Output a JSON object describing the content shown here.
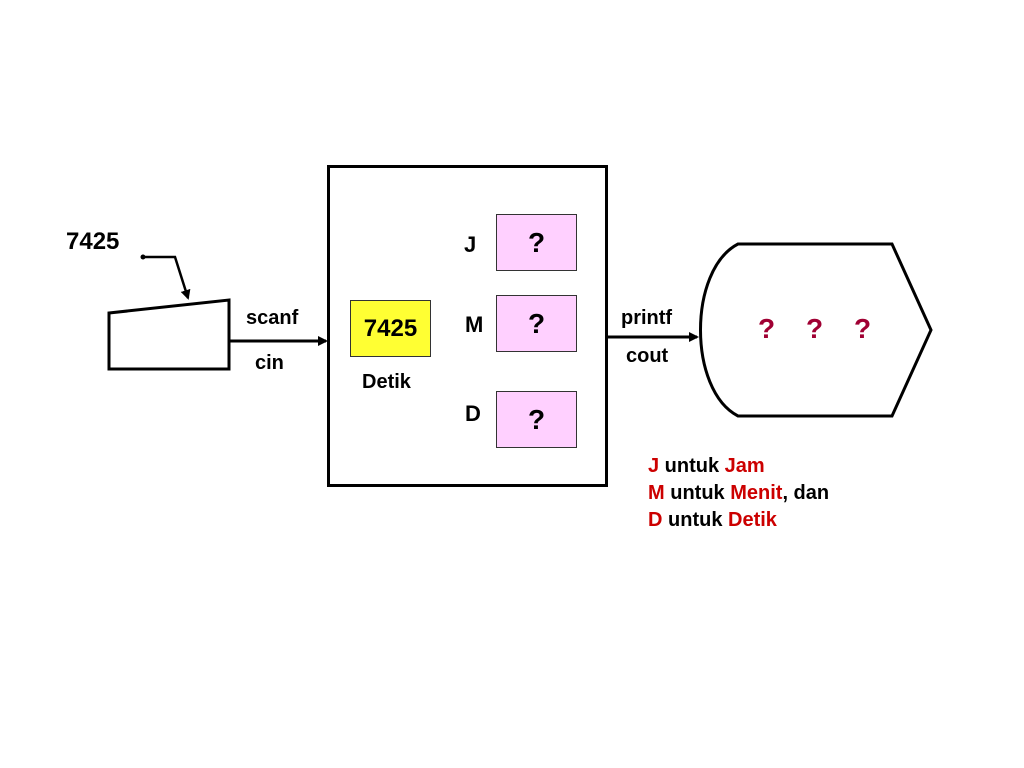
{
  "input": {
    "value": "7425"
  },
  "input_labels": {
    "scanf": "scanf",
    "cin": "cin"
  },
  "memory": {
    "detik_value": "7425",
    "detik_label": "Detik",
    "vars": [
      {
        "label": "J",
        "value": "?"
      },
      {
        "label": "M",
        "value": "?"
      },
      {
        "label": "D",
        "value": "?"
      }
    ]
  },
  "output_labels": {
    "printf": "printf",
    "cout": "cout"
  },
  "output": {
    "values": [
      "?",
      "?",
      "?"
    ]
  },
  "legend": [
    {
      "key": "J",
      "mid": " untuk ",
      "word": "Jam",
      "tail": ""
    },
    {
      "key": "M",
      "mid": " untuk ",
      "word": "Menit",
      "tail": ", dan"
    },
    {
      "key": "D",
      "mid": " untuk ",
      "word": "Detik",
      "tail": ""
    }
  ],
  "colors": {
    "detik_fill": "#ffff33",
    "var_fill": "#ffd0ff",
    "legend_red": "#cc0000",
    "output_question": "#a00033"
  }
}
